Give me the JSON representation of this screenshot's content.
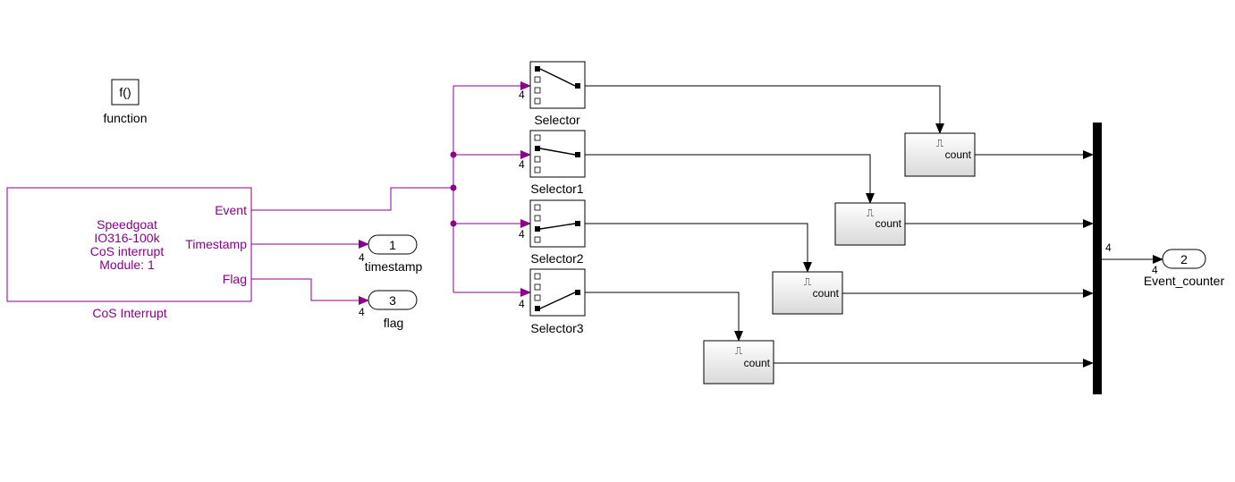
{
  "function_block": {
    "glyph": "f()",
    "label": "function"
  },
  "cos_block": {
    "lines": [
      "Speedgoat",
      "IO316-100k",
      "CoS interrupt",
      "Module: 1"
    ],
    "ports": [
      "Event",
      "Timestamp",
      "Flag"
    ],
    "label": "CoS Interrupt"
  },
  "outports": {
    "timestamp": {
      "number": "1",
      "name": "timestamp",
      "width": "4"
    },
    "flag": {
      "number": "3",
      "name": "flag",
      "width": "4"
    },
    "event_counter": {
      "number": "2",
      "name": "Event_counter",
      "width": "4"
    }
  },
  "selectors": [
    {
      "label": "Selector",
      "width": "4"
    },
    {
      "label": "Selector1",
      "width": "4"
    },
    {
      "label": "Selector2",
      "width": "4"
    },
    {
      "label": "Selector3",
      "width": "4"
    }
  ],
  "counter": {
    "pulse_glyph": "⎍",
    "label": "count"
  },
  "mux": {
    "width": "4"
  },
  "colors": {
    "signal": "#8b008b",
    "wire": "#000000"
  }
}
